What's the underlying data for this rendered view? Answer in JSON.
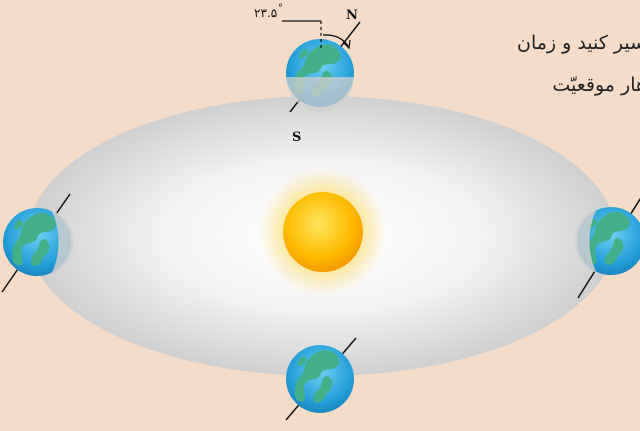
{
  "diagram": {
    "text_lines": [
      "سیر کنید و زمان",
      "هار موقعیّت"
    ],
    "tilt_angle_label": "۲۳.۵",
    "degree_symbol": "°",
    "north_label": "N",
    "south_label": "S"
  },
  "colors": {
    "background": "#f5dcc8",
    "orbit_plane": "#e2e2e2",
    "sun_core": "#ffb300",
    "sun_glow": "#fff3b0",
    "ocean": "#2aa9e0",
    "land": "#43b08a",
    "axis": "#1a1a1a"
  },
  "icons": {
    "sun": "sun-icon",
    "earth": "earth-globe-icon",
    "rotation": "curved-arrow-icon"
  }
}
